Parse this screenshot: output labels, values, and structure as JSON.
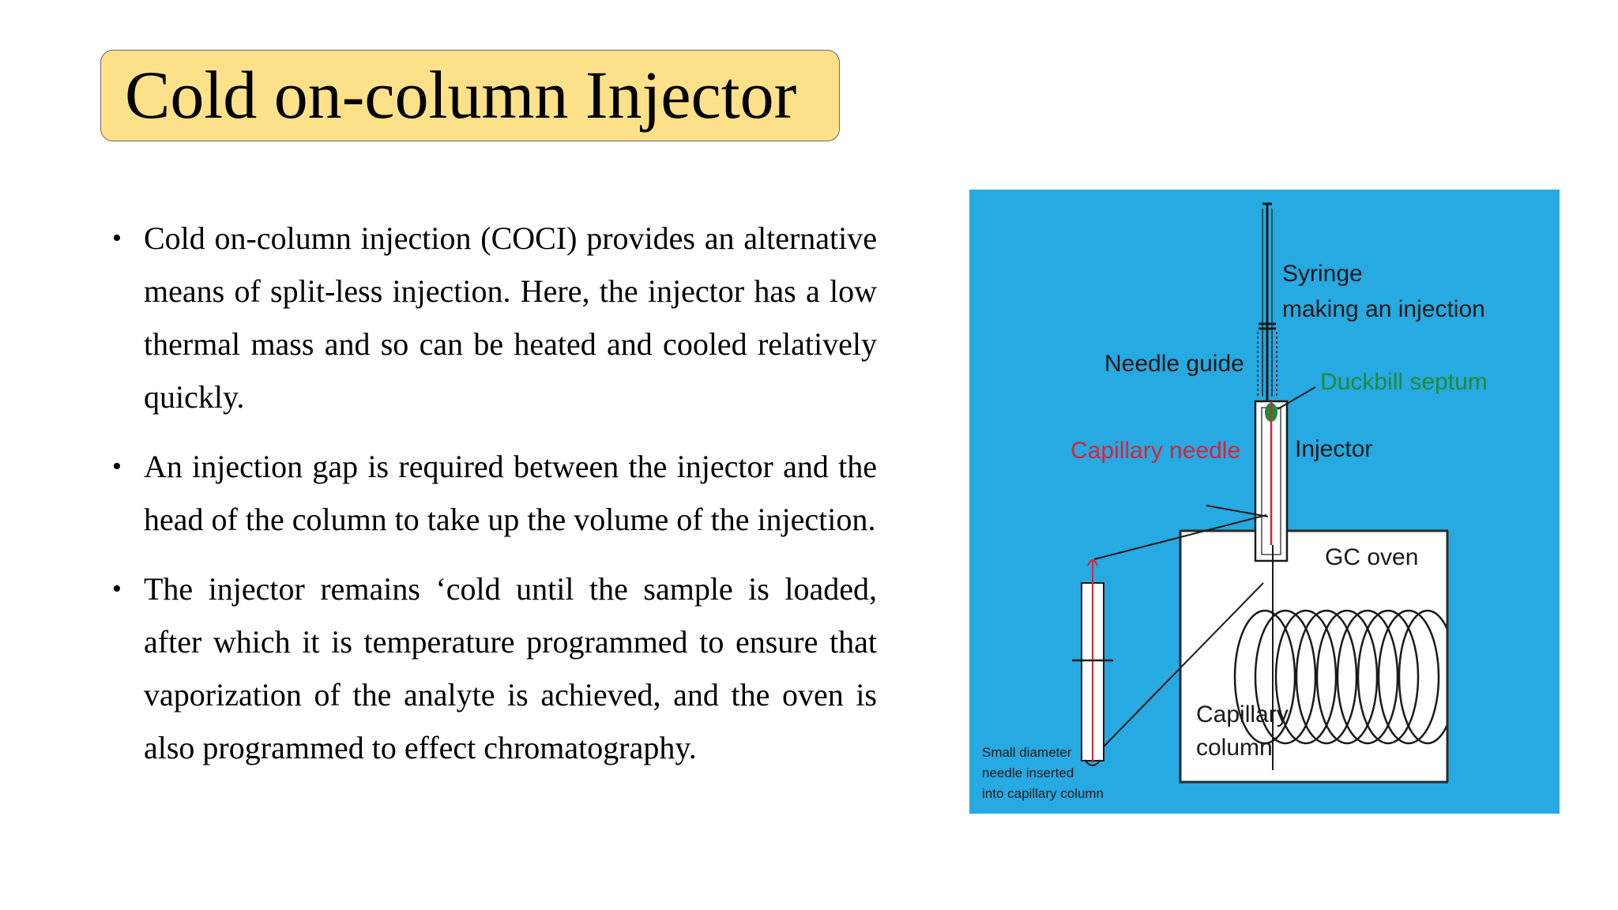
{
  "slide": {
    "title": "Cold on-column Injector",
    "bullets": [
      "Cold on-column injection (COCI) provides an alternative means of split-less injection. Here, the injector has a low thermal mass and so can be heated and cooled relatively quickly.",
      "An injection gap is required between the injector and the head of the column to take up the volume of the injection.",
      "The injector remains ‘cold until the sample is loaded, after which it is temperature programmed to ensure that vaporization of the analyte is achieved, and the oven is also programmed to effect chromatography."
    ],
    "bullet_symbol": "•"
  },
  "diagram": {
    "background": "#27a9e1",
    "labels": {
      "syringe_line1": "Syringe",
      "syringe_line2": "making an injection",
      "needle_guide": "Needle guide",
      "duckbill_septum": "Duckbill septum",
      "capillary_needle": "Capillary needle",
      "injector": "Injector",
      "gc_oven": "GC oven",
      "capillary_column_line1": "Capillary",
      "capillary_column_line2": "column",
      "small_needle_line1": "Small diameter",
      "small_needle_line2": "needle inserted",
      "small_needle_line3": "into capillary column"
    },
    "colors": {
      "text": "#1a1a1a",
      "duckbill": "#1e8c3a",
      "capillary_needle": "#d6243a",
      "oven_fill": "#ffffff"
    }
  }
}
